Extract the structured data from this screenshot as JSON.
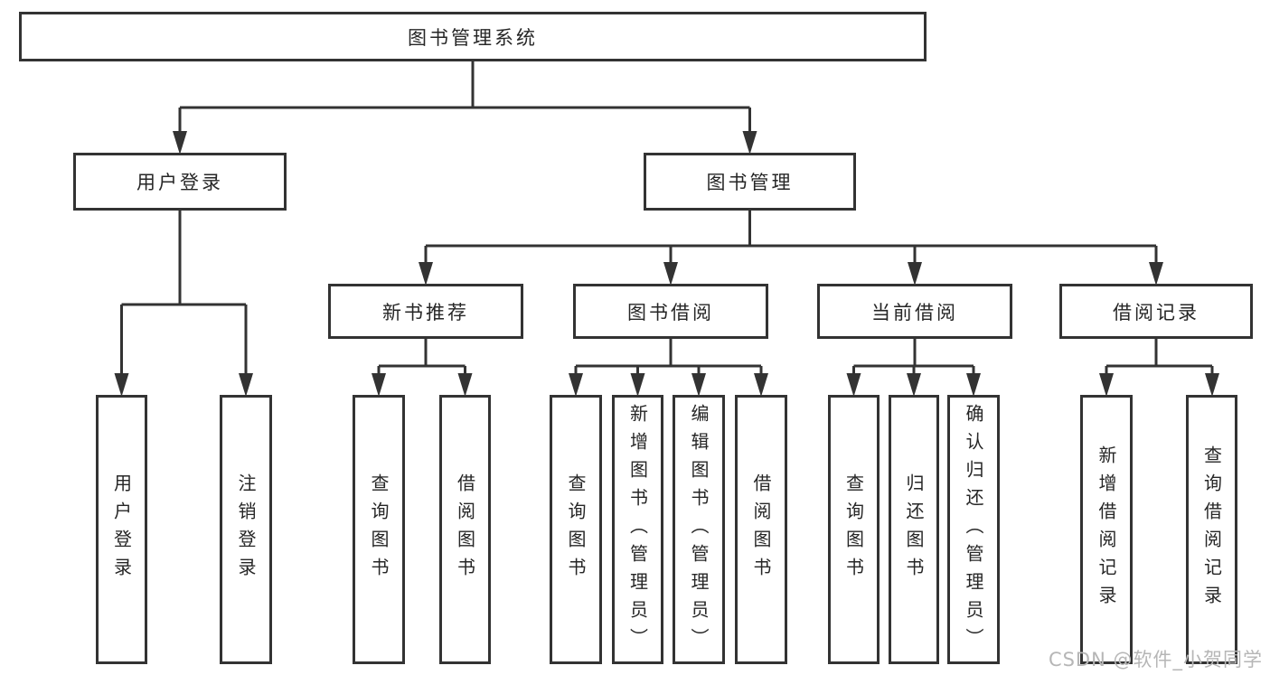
{
  "colors": {
    "background": "#ffffff",
    "box_bg": "#ffffff",
    "line": "#333333",
    "text": "#262626",
    "watermark": "#b6b6b6"
  },
  "diagram": {
    "root": {
      "label": "图书管理系统"
    },
    "branches": [
      {
        "label": "用户登录",
        "children": [
          {
            "label": "用户登录"
          },
          {
            "label": "注销登录"
          }
        ]
      },
      {
        "label": "图书管理",
        "children": [
          {
            "label": "新书推荐",
            "children": [
              {
                "label": "查询图书"
              },
              {
                "label": "借阅图书"
              }
            ]
          },
          {
            "label": "图书借阅",
            "children": [
              {
                "label": "查询图书"
              },
              {
                "label": "新增图书（管理员）"
              },
              {
                "label": "编辑图书（管理员）"
              },
              {
                "label": "借阅图书"
              }
            ]
          },
          {
            "label": "当前借阅",
            "children": [
              {
                "label": "查询图书"
              },
              {
                "label": "归还图书"
              },
              {
                "label": "确认归还（管理员）"
              }
            ]
          },
          {
            "label": "借阅记录",
            "children": [
              {
                "label": "新增借阅记录"
              },
              {
                "label": "查询借阅记录"
              }
            ]
          }
        ]
      }
    ]
  },
  "watermark": {
    "text": "CSDN @软件_小贺同学"
  }
}
